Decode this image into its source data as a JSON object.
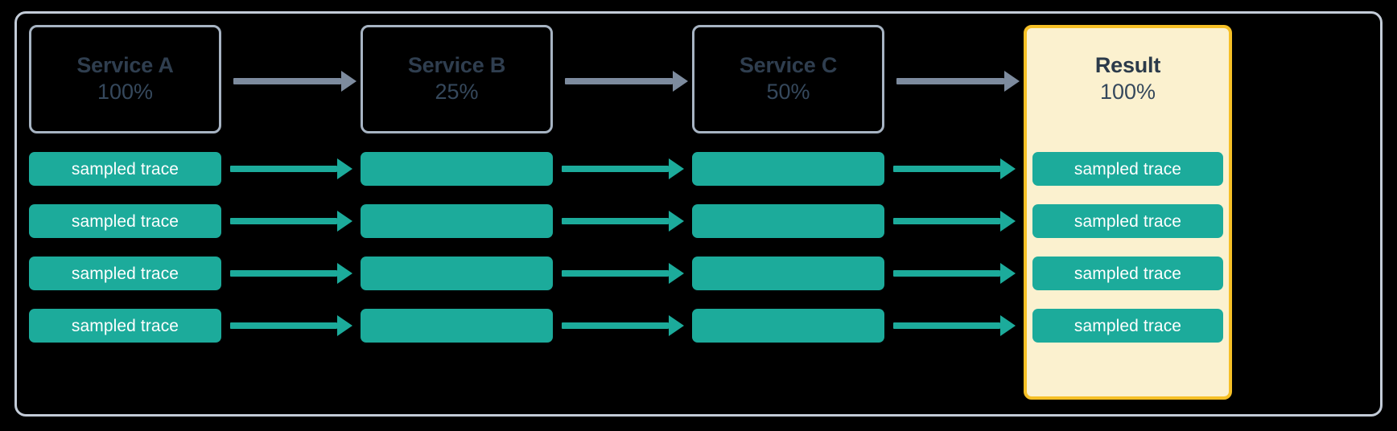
{
  "diagram": {
    "title": "trace sampling pipeline",
    "colors": {
      "frame_border": "#c3ccd8",
      "service_border": "#a7b4c3",
      "service_text": "#2f3e4f",
      "result_fill": "#fbf1cf",
      "result_border": "#f6c026",
      "trace_fill": "#1cab9b",
      "trace_text": "#ffffff",
      "arrow_gray": "#7d8b9e",
      "arrow_teal": "#1cab9b",
      "background": "#000000"
    }
  },
  "columns": [
    {
      "id": "service-a",
      "name": "Service A",
      "percent": "100%",
      "highlight": false
    },
    {
      "id": "service-b",
      "name": "Service B",
      "percent": "25%",
      "highlight": false
    },
    {
      "id": "service-c",
      "name": "Service C",
      "percent": "50%",
      "highlight": false
    },
    {
      "id": "result",
      "name": "Result",
      "percent": "100%",
      "highlight": true
    }
  ],
  "trace_label": "sampled trace",
  "trace_rows": [
    {
      "index": 1,
      "cells": [
        {
          "column": "service-a",
          "label": "sampled trace"
        },
        {
          "column": "service-b",
          "label": ""
        },
        {
          "column": "service-c",
          "label": ""
        },
        {
          "column": "result",
          "label": "sampled trace"
        }
      ]
    },
    {
      "index": 2,
      "cells": [
        {
          "column": "service-a",
          "label": "sampled trace"
        },
        {
          "column": "service-b",
          "label": ""
        },
        {
          "column": "service-c",
          "label": ""
        },
        {
          "column": "result",
          "label": "sampled trace"
        }
      ]
    },
    {
      "index": 3,
      "cells": [
        {
          "column": "service-a",
          "label": "sampled trace"
        },
        {
          "column": "service-b",
          "label": ""
        },
        {
          "column": "service-c",
          "label": ""
        },
        {
          "column": "result",
          "label": "sampled trace"
        }
      ]
    },
    {
      "index": 4,
      "cells": [
        {
          "column": "service-a",
          "label": "sampled trace"
        },
        {
          "column": "service-b",
          "label": ""
        },
        {
          "column": "service-c",
          "label": ""
        },
        {
          "column": "result",
          "label": "sampled trace"
        }
      ]
    }
  ],
  "arrows": {
    "service_row": {
      "count": 3,
      "color": "arrow_gray",
      "direction": "right"
    },
    "trace_rows": {
      "count": 12,
      "color": "arrow_teal",
      "direction": "right"
    }
  }
}
